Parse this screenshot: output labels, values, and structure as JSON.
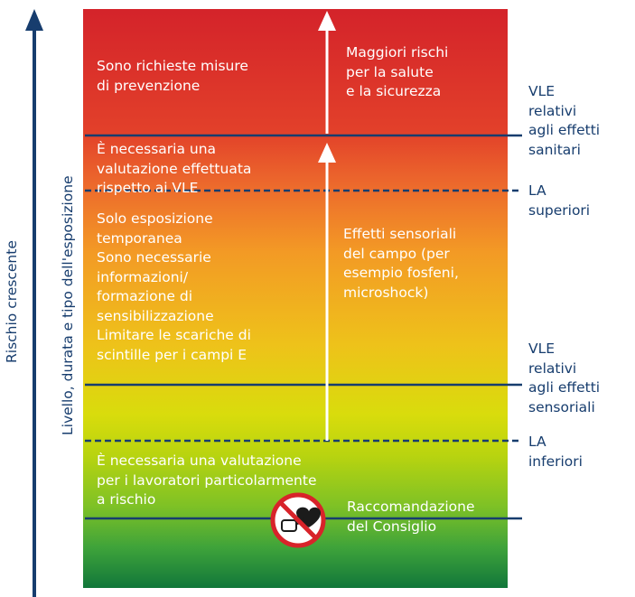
{
  "zones": {
    "top": "Sono richieste misure\ndi prevenzione",
    "upper_middle": "È necessaria una\nvalutazione effettuata\nrispetto ai VLE",
    "middle": "Solo esposizione\ntemporanea\nSono necessarie\ninformazioni/\nformazione di\nsensibilizzazione\nLimitare le scariche di\nscintille per i campi E",
    "bottom": "È necessaria una valutazione\nper i lavoratori particolarmente\na rischio"
  },
  "effects": {
    "health_risks": "Maggiori rischi\nper la salute\ne la sicurezza",
    "sensory": "Effetti sensoriali\ndel campo (per\nesempio fosfeni,\nmicroshock)",
    "council": "Raccomandazione\ndel Consiglio"
  },
  "thresholds": {
    "vle_health": "VLE\nrelativi\nagli effetti\nsanitari",
    "la_upper": "LA\nsuperiori",
    "vle_sensory": "VLE\nrelativi\nagli effetti\nsensoriali",
    "la_lower": "LA\ninferiori"
  },
  "axes": {
    "outer": "Rischio crescente",
    "inner": "Livello, durata e tipo dell'esposizione"
  },
  "icons": {
    "warning_sign": "no-pacemaker-icon"
  },
  "colors": {
    "navy": "#173d6e",
    "red": "#d4232a",
    "orange": "#f39a25",
    "yellow": "#d9dc0c",
    "green": "#11773a",
    "sign_red": "#d8232a"
  }
}
